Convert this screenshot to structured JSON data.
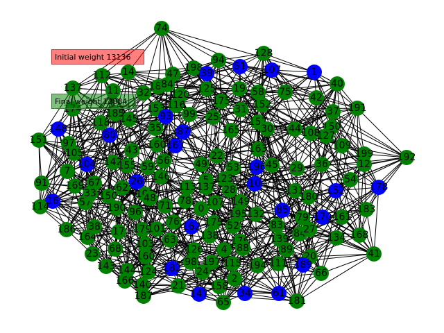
{
  "legend": {
    "initial_label": "Initial weight 13136",
    "final_label": "Final weight 12884",
    "initial_color": "#ff0000",
    "final_color": "#008000"
  },
  "colors": {
    "node_default": "#008000",
    "node_selected": "#0000ff",
    "edge": "#000000"
  },
  "nodes": [
    {
      "id": "74",
      "selected": false
    },
    {
      "id": "128",
      "selected": false
    },
    {
      "id": "94",
      "selected": false
    },
    {
      "id": "51",
      "selected": true
    },
    {
      "id": "107",
      "selected": true
    },
    {
      "id": "1",
      "selected": true
    },
    {
      "id": "14",
      "selected": false
    },
    {
      "id": "47",
      "selected": false
    },
    {
      "id": "198",
      "selected": false
    },
    {
      "id": "39",
      "selected": true
    },
    {
      "id": "40",
      "selected": false
    },
    {
      "id": "112",
      "selected": false
    },
    {
      "id": "137",
      "selected": false
    },
    {
      "id": "11",
      "selected": false
    },
    {
      "id": "32",
      "selected": false
    },
    {
      "id": "188",
      "selected": false
    },
    {
      "id": "84",
      "selected": false
    },
    {
      "id": "120",
      "selected": false
    },
    {
      "id": "125",
      "selected": false
    },
    {
      "id": "19",
      "selected": false
    },
    {
      "id": "58",
      "selected": false
    },
    {
      "id": "75",
      "selected": false
    },
    {
      "id": "42",
      "selected": false
    },
    {
      "id": "191",
      "selected": false
    },
    {
      "id": "174",
      "selected": false
    },
    {
      "id": "185",
      "selected": false
    },
    {
      "id": "116",
      "selected": false
    },
    {
      "id": "153",
      "selected": false
    },
    {
      "id": "99",
      "selected": false
    },
    {
      "id": "175",
      "selected": false
    },
    {
      "id": "152",
      "selected": false
    },
    {
      "id": "31",
      "selected": false
    },
    {
      "id": "37",
      "selected": false
    },
    {
      "id": "118",
      "selected": false
    },
    {
      "id": "145",
      "selected": false
    },
    {
      "id": "35",
      "selected": false
    },
    {
      "id": "93",
      "selected": true
    },
    {
      "id": "25",
      "selected": false
    },
    {
      "id": "165",
      "selected": false
    },
    {
      "id": "157",
      "selected": false
    },
    {
      "id": "44",
      "selected": false
    },
    {
      "id": "108",
      "selected": false
    },
    {
      "id": "150",
      "selected": false
    },
    {
      "id": "148",
      "selected": true
    },
    {
      "id": "80",
      "selected": true
    },
    {
      "id": "87",
      "selected": true
    },
    {
      "id": "167",
      "selected": true
    },
    {
      "id": "151",
      "selected": false
    },
    {
      "id": "97",
      "selected": false
    },
    {
      "id": "105",
      "selected": false
    },
    {
      "id": "160",
      "selected": false
    },
    {
      "id": "43",
      "selected": false
    },
    {
      "id": "192",
      "selected": false
    },
    {
      "id": "109",
      "selected": false
    },
    {
      "id": "199",
      "selected": false
    },
    {
      "id": "12",
      "selected": false
    },
    {
      "id": "104",
      "selected": true
    },
    {
      "id": "142",
      "selected": false
    },
    {
      "id": "155",
      "selected": false
    },
    {
      "id": "56",
      "selected": false
    },
    {
      "id": "22",
      "selected": false
    },
    {
      "id": "49",
      "selected": false
    },
    {
      "id": "53",
      "selected": false
    },
    {
      "id": "196",
      "selected": true
    },
    {
      "id": "45",
      "selected": false
    },
    {
      "id": "29",
      "selected": false
    },
    {
      "id": "36",
      "selected": false
    },
    {
      "id": "7",
      "selected": false
    },
    {
      "id": "146",
      "selected": false
    },
    {
      "id": "59",
      "selected": false
    },
    {
      "id": "91",
      "selected": false
    },
    {
      "id": "169",
      "selected": false
    },
    {
      "id": "67",
      "selected": false
    },
    {
      "id": "62",
      "selected": false
    },
    {
      "id": "26",
      "selected": true
    },
    {
      "id": "5",
      "selected": false
    },
    {
      "id": "10",
      "selected": true
    },
    {
      "id": "54",
      "selected": false
    },
    {
      "id": "178",
      "selected": true
    },
    {
      "id": "152b",
      "label": "152",
      "selected": true
    },
    {
      "id": "16",
      "selected": true
    },
    {
      "id": "114",
      "selected": false
    },
    {
      "id": "57",
      "selected": false
    },
    {
      "id": "33",
      "selected": false
    },
    {
      "id": "150b",
      "label": "150",
      "selected": false
    },
    {
      "id": "106",
      "selected": false
    },
    {
      "id": "48",
      "selected": false
    },
    {
      "id": "123",
      "selected": false
    },
    {
      "id": "28",
      "selected": false
    },
    {
      "id": "131",
      "selected": false
    },
    {
      "id": "180",
      "selected": false
    },
    {
      "id": "183",
      "selected": false
    },
    {
      "id": "190",
      "selected": false
    },
    {
      "id": "96",
      "selected": false
    },
    {
      "id": "71",
      "selected": false
    },
    {
      "id": "78",
      "selected": false
    },
    {
      "id": "0",
      "selected": false
    },
    {
      "id": "107b",
      "label": "107",
      "selected": false
    },
    {
      "id": "149",
      "selected": false
    },
    {
      "id": "195",
      "selected": false
    },
    {
      "id": "132",
      "selected": false
    },
    {
      "id": "85",
      "selected": true
    },
    {
      "id": "170",
      "selected": true
    },
    {
      "id": "161",
      "selected": false
    },
    {
      "id": "186",
      "selected": false
    },
    {
      "id": "164",
      "selected": false
    },
    {
      "id": "38",
      "selected": false
    },
    {
      "id": "17",
      "selected": false
    },
    {
      "id": "179",
      "selected": false
    },
    {
      "id": "76",
      "selected": false
    },
    {
      "id": "162",
      "selected": true
    },
    {
      "id": "175b",
      "label": "175",
      "selected": false
    },
    {
      "id": "52",
      "selected": false
    },
    {
      "id": "83",
      "selected": false
    },
    {
      "id": "79",
      "selected": false
    },
    {
      "id": "168",
      "selected": false
    },
    {
      "id": "134",
      "selected": false
    },
    {
      "id": "23",
      "selected": false
    },
    {
      "id": "68",
      "selected": false
    },
    {
      "id": "103",
      "selected": false
    },
    {
      "id": "63",
      "selected": false
    },
    {
      "id": "138",
      "selected": false
    },
    {
      "id": "176",
      "selected": false
    },
    {
      "id": "139",
      "selected": false
    },
    {
      "id": "84b",
      "label": "84",
      "selected": false
    },
    {
      "id": "27",
      "selected": false
    },
    {
      "id": "41",
      "selected": false
    },
    {
      "id": "143",
      "selected": false
    },
    {
      "id": "160b",
      "label": "160",
      "selected": false
    },
    {
      "id": "126",
      "selected": false
    },
    {
      "id": "4",
      "selected": false
    },
    {
      "id": "88",
      "selected": false
    },
    {
      "id": "89",
      "selected": false
    },
    {
      "id": "20",
      "selected": false
    },
    {
      "id": "144",
      "selected": false
    },
    {
      "id": "124",
      "selected": false
    },
    {
      "id": "182",
      "selected": true
    },
    {
      "id": "98",
      "selected": false
    },
    {
      "id": "197",
      "selected": false
    },
    {
      "id": "115",
      "selected": false
    },
    {
      "id": "194",
      "selected": false
    },
    {
      "id": "111",
      "selected": false
    },
    {
      "id": "189",
      "selected": true
    },
    {
      "id": "66",
      "selected": false
    },
    {
      "id": "166",
      "selected": false
    },
    {
      "id": "140",
      "selected": false
    },
    {
      "id": "21",
      "selected": false
    },
    {
      "id": "24",
      "selected": false
    },
    {
      "id": "158",
      "selected": false
    },
    {
      "id": "2",
      "selected": false
    },
    {
      "id": "187",
      "selected": false
    },
    {
      "id": "147",
      "selected": true
    },
    {
      "id": "65",
      "selected": false
    },
    {
      "id": "34",
      "selected": true
    },
    {
      "id": "61",
      "selected": true
    },
    {
      "id": "181",
      "selected": false
    },
    {
      "id": "137b",
      "label": "137",
      "selected": false
    },
    {
      "id": "113",
      "selected": false
    },
    {
      "id": "127",
      "selected": false
    },
    {
      "id": "101",
      "selected": false
    },
    {
      "id": "30",
      "selected": false
    },
    {
      "id": "163",
      "selected": false
    }
  ]
}
